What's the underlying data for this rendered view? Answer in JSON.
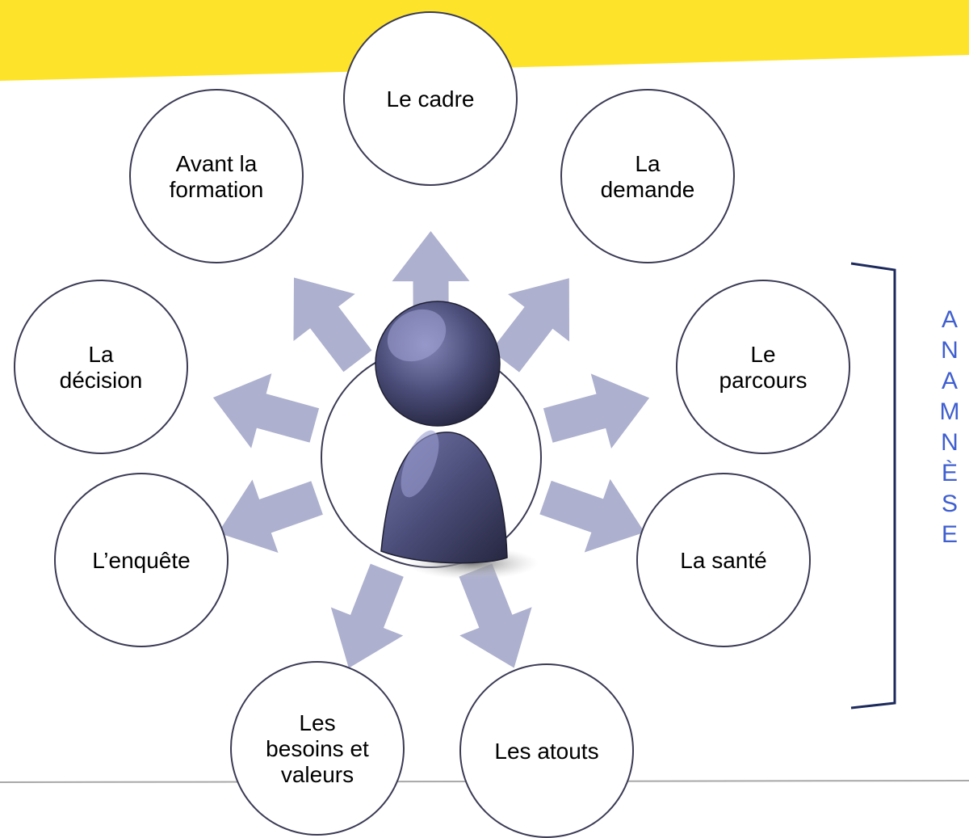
{
  "diagram": {
    "center_icon": "person-icon",
    "nodes": [
      {
        "id": "cadre",
        "lines": [
          "Le cadre"
        ]
      },
      {
        "id": "demande",
        "lines": [
          "La",
          "demande"
        ]
      },
      {
        "id": "parcours",
        "lines": [
          "Le",
          "parcours"
        ]
      },
      {
        "id": "sante",
        "lines": [
          "La santé"
        ]
      },
      {
        "id": "atouts",
        "lines": [
          "Les atouts"
        ]
      },
      {
        "id": "besoins",
        "lines": [
          "Les",
          "besoins et",
          "valeurs"
        ]
      },
      {
        "id": "enquete",
        "lines": [
          "L’enquête"
        ]
      },
      {
        "id": "decision",
        "lines": [
          "La",
          "décision"
        ]
      },
      {
        "id": "formation",
        "lines": [
          "Avant la",
          "formation"
        ]
      }
    ],
    "side_label": "ANAMNÈSE",
    "colors": {
      "banner": "#fde32a",
      "arrow": "#adb0ce",
      "circle_stroke": "#3a3a55",
      "person": "#4b4d79",
      "side_label": "#3f5fd0",
      "bracket": "#1d2a5c",
      "footer_line": "#a8a8a8"
    }
  }
}
